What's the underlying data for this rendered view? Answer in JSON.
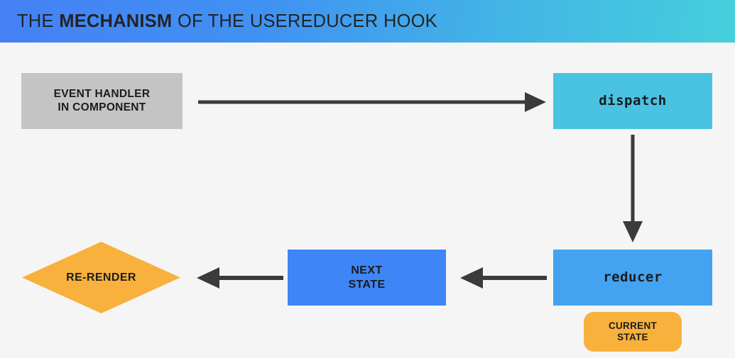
{
  "header": {
    "title_full": "THE MECHANISM OF THE USEREDUCER HOOK",
    "parts": {
      "p1": "THE",
      "p2": "MECHANISM",
      "p3": "OF THE",
      "p4": "USEREDUCER",
      "p5": "HOOK"
    },
    "gradient_from": "#4580f5",
    "gradient_to": "#45cfdc",
    "text_color": "#222426"
  },
  "canvas": {
    "background": "#f5f5f5"
  },
  "diagram": {
    "type": "flowchart",
    "nodes": [
      {
        "id": "event-handler",
        "shape": "rectangle",
        "line1": "EVENT HANDLER",
        "line2": "IN COMPONENT",
        "color": "#c4c4c4"
      },
      {
        "id": "dispatch",
        "shape": "rectangle",
        "label": "dispatch",
        "color": "#4ac3e3"
      },
      {
        "id": "reducer",
        "shape": "rectangle",
        "label": "reducer",
        "color": "#44a3f0"
      },
      {
        "id": "current-state",
        "shape": "pill",
        "line1": "CURRENT",
        "line2": "STATE",
        "color": "#f8b13c"
      },
      {
        "id": "next-state",
        "shape": "rectangle",
        "line1": "NEXT",
        "line2": "STATE",
        "color": "#3e86f7"
      },
      {
        "id": "re-render",
        "shape": "diamond",
        "label": "RE-RENDER",
        "color": "#f8b13c"
      }
    ],
    "edges": [
      {
        "id": "edge-event-to-dispatch",
        "from": "event-handler",
        "to": "dispatch",
        "direction": "right",
        "color": "#3b3b3d"
      },
      {
        "id": "edge-dispatch-to-reducer",
        "from": "dispatch",
        "to": "reducer",
        "direction": "down",
        "color": "#3b3b3d"
      },
      {
        "id": "edge-reducer-to-nextstate",
        "from": "reducer",
        "to": "next-state",
        "direction": "left",
        "color": "#3b3b3d"
      },
      {
        "id": "edge-nextstate-to-rerender",
        "from": "next-state",
        "to": "re-render",
        "direction": "left",
        "color": "#3b3b3d"
      }
    ]
  }
}
